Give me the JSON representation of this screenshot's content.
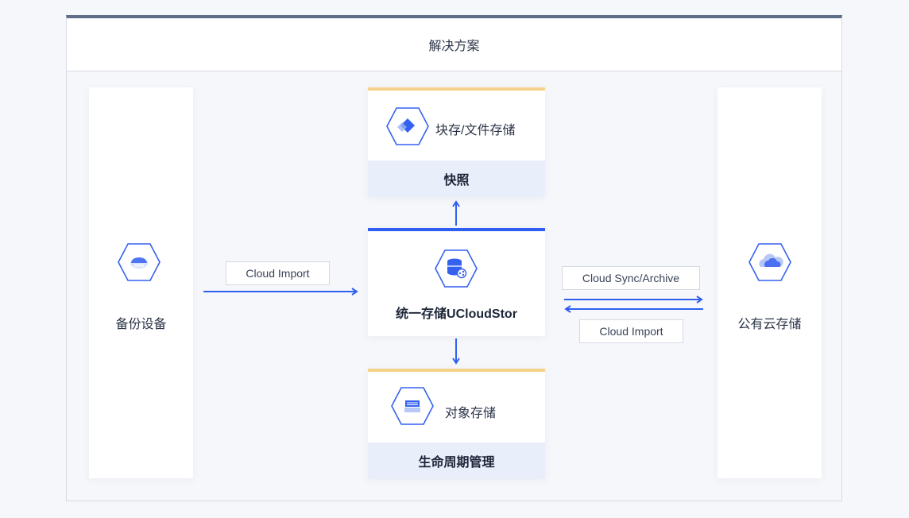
{
  "header": {
    "title": "解决方案"
  },
  "left_panel": {
    "label": "备份设备"
  },
  "right_panel": {
    "label": "公有云存储"
  },
  "top_card": {
    "title": "块存/文件存储",
    "sub_label": "快照"
  },
  "center_card": {
    "title": "统一存储UCloudStor"
  },
  "bottom_card": {
    "title": "对象存储",
    "sub_label": "生命周期管理"
  },
  "tags": {
    "left_import": "Cloud Import",
    "right_sync": "Cloud Sync/Archive",
    "right_import": "Cloud Import"
  },
  "colors": {
    "accent": "#2f5ff0",
    "card_top_border": "#f5d28a",
    "sub_label_bg": "#e9eefb",
    "frame_top_border": "#5f6e87"
  },
  "icons": {
    "left": "cloud-device-icon",
    "right": "cloud-icon",
    "top": "block-storage-icon",
    "center": "database-share-icon",
    "bottom": "object-storage-icon"
  }
}
